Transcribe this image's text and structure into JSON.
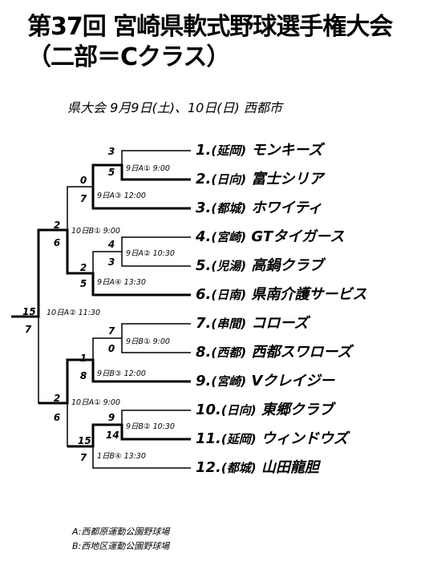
{
  "title": "第37回 宮崎県軟式野球選手権大会",
  "subtitle": "（二部＝Cクラス）",
  "event_info": "県大会 9月9日(土)、10日(日)  西都市",
  "teams": [
    {
      "no": "1.",
      "region": "(延岡)",
      "name": "モンキーズ"
    },
    {
      "no": "2.",
      "region": "(日向)",
      "name": "富士シリア"
    },
    {
      "no": "3.",
      "region": "(都城)",
      "name": "ホワイティ"
    },
    {
      "no": "4.",
      "region": "(宮崎)",
      "name": "GTタイガース"
    },
    {
      "no": "5.",
      "region": "(児湯)",
      "name": "高鍋クラブ"
    },
    {
      "no": "6.",
      "region": "(日南)",
      "name": "県南介護サービス"
    },
    {
      "no": "7.",
      "region": "(串間)",
      "name": "コローズ"
    },
    {
      "no": "8.",
      "region": "(西都)",
      "name": "西都スワローズ"
    },
    {
      "no": "9.",
      "region": "(宮崎)",
      "name": "Vクレイジー"
    },
    {
      "no": "10.",
      "region": "(日向)",
      "name": "東郷クラブ"
    },
    {
      "no": "11.",
      "region": "(延岡)",
      "name": "ウィンドウズ"
    },
    {
      "no": "12.",
      "region": "(都城)",
      "name": "山田龍胆"
    }
  ],
  "games": [
    {
      "id": "g1",
      "note": "9日A① 9:00",
      "score_top": "3",
      "score_bottom": "5"
    },
    {
      "id": "g2",
      "note": "9日A③ 12:00",
      "score_top": "0",
      "score_bottom": "7"
    },
    {
      "id": "g3",
      "note": "9日A② 10:30",
      "score_top": "4",
      "score_bottom": "3"
    },
    {
      "id": "g4",
      "note": "9日A④ 13:30",
      "score_top": "2",
      "score_bottom": "5"
    },
    {
      "id": "g5",
      "note": "10日B① 9:00",
      "score_top": "2",
      "score_bottom": "6"
    },
    {
      "id": "g6",
      "note": "9日B① 9:00",
      "score_top": "7",
      "score_bottom": "0"
    },
    {
      "id": "g7",
      "note": "9日B③ 12:00",
      "score_top": "1",
      "score_bottom": "8"
    },
    {
      "id": "g8",
      "note": "9日B② 10:30",
      "score_top": "9",
      "score_bottom": "14"
    },
    {
      "id": "g9",
      "note": "1日B④ 13:30",
      "score_top": "15",
      "score_bottom": "7"
    },
    {
      "id": "g10",
      "note": "10日A① 9:00",
      "score_top": "2",
      "score_bottom": "6"
    },
    {
      "id": "final",
      "note": "10日A② 11:30",
      "score_top": "15",
      "score_bottom": "7"
    }
  ],
  "legend": [
    "A:西都原運動公園野球場",
    "B:西地区運動公園野球場"
  ]
}
